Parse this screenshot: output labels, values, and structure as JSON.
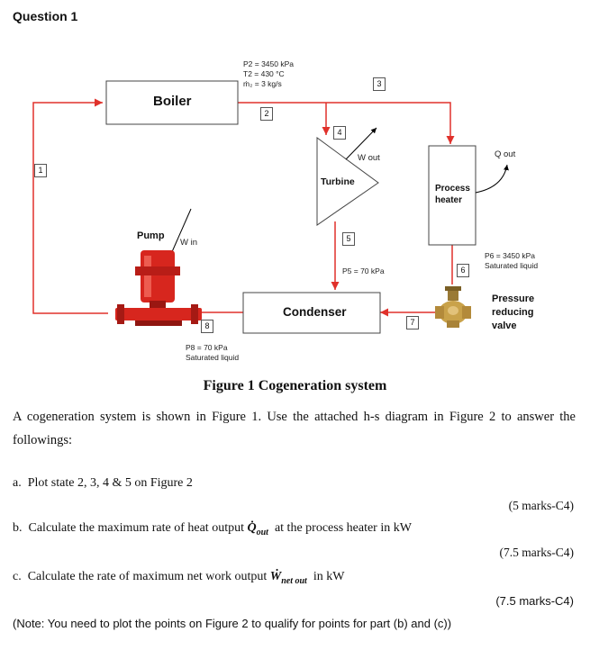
{
  "header": {
    "title": "Question 1"
  },
  "diagram": {
    "boiler": "Boiler",
    "turbine": "Turbine",
    "process_heater": [
      "Process",
      "heater"
    ],
    "condenser": "Condenser",
    "pump": "Pump",
    "valve": [
      "Pressure",
      "reducing",
      "valve"
    ],
    "w_in": "W in",
    "w_out": "W out",
    "q_out": "Q out",
    "state2_props": [
      "P2 = 3450 kPa",
      "T2 = 430 °C",
      "ṁ₂ = 3 kg/s"
    ],
    "state5_props": "P5 = 70 kPa",
    "state6_props": [
      "P6 = 3450 kPa",
      "Saturated liquid"
    ],
    "state8_props": [
      "P8 = 70 kPa",
      "Saturated liquid"
    ],
    "state_numbers": [
      "1",
      "2",
      "3",
      "4",
      "5",
      "6",
      "7",
      "8"
    ],
    "colors": {
      "pipe": "#e0312b",
      "pump": "#d7261e",
      "valve": "#b8913a"
    }
  },
  "figure_caption": "Figure 1 Cogeneration system",
  "intro": "A cogeneration system is shown in Figure 1. Use the attached h-s diagram in Figure 2 to answer the followings:",
  "questions": [
    {
      "letter": "a.",
      "text": "Plot state 2, 3, 4 & 5 on Figure 2",
      "marks": "(5 marks-C4)"
    },
    {
      "letter": "b.",
      "text_before": "Calculate the maximum rate of heat output",
      "symbol": "Q̇",
      "sub": "out",
      "text_after": "at the process heater in kW",
      "marks": "(7.5 marks-C4)"
    },
    {
      "letter": "c.",
      "text_before": "Calculate the rate of maximum net work output",
      "symbol": "Ẇ",
      "sub": "net out",
      "text_after": "in kW",
      "marks": "(7.5 marks-C4)"
    }
  ],
  "note": "(Note: You need to plot the points on Figure 2 to qualify for points for part (b) and (c))"
}
